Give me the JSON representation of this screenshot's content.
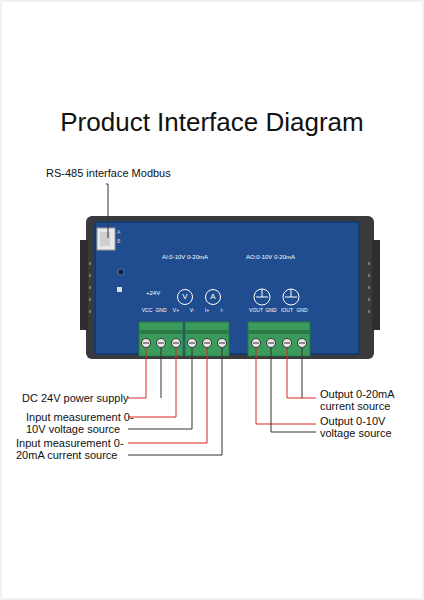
{
  "diagram": {
    "title": "Product Interface Diagram",
    "nodes": [
      {
        "text": [
          "V"
        ]
      },
      {
        "text": [
          "A"
        ]
      }
    ],
    "labels": [
      "RS-485 interface Modbus",
      "A",
      "B",
      "AI:0-10V 0-20mA",
      "AO:0-10V 0-20mA",
      "+24V",
      "VCC",
      "GND",
      "V+",
      "V-",
      "I+",
      "I-",
      "VOUT",
      "GND",
      "IOUT",
      "GND",
      "DC 24V power supply",
      "Input measurement 0-10V voltage source",
      "Input measurement 0-20mA current source",
      "Output 0-20mA current source",
      "Output 0-10V voltage source"
    ]
  }
}
